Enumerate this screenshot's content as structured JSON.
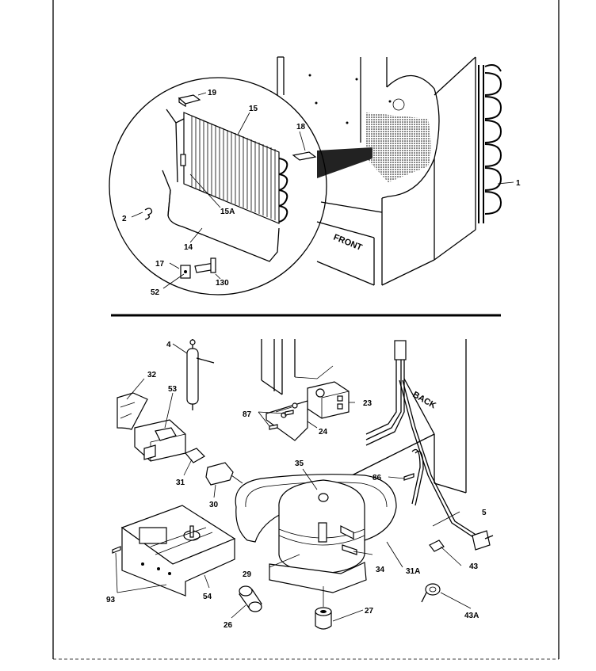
{
  "labels": {
    "front": "FRONT",
    "back": "BACK"
  },
  "part_numbers": {
    "p1": "1",
    "p2": "2",
    "p4": "4",
    "p5": "5",
    "p14": "14",
    "p15": "15",
    "p15a": "15A",
    "p17": "17",
    "p18": "18",
    "p19": "19",
    "p23": "23",
    "p24": "24",
    "p26": "26",
    "p27": "27",
    "p29": "29",
    "p30": "30",
    "p31": "31",
    "p31a": "31A",
    "p32": "32",
    "p34": "34",
    "p35": "35",
    "p43": "43",
    "p43a": "43A",
    "p52": "52",
    "p53": "53",
    "p54": "54",
    "p86": "86",
    "p87": "87",
    "p93": "93",
    "p130": "130"
  }
}
